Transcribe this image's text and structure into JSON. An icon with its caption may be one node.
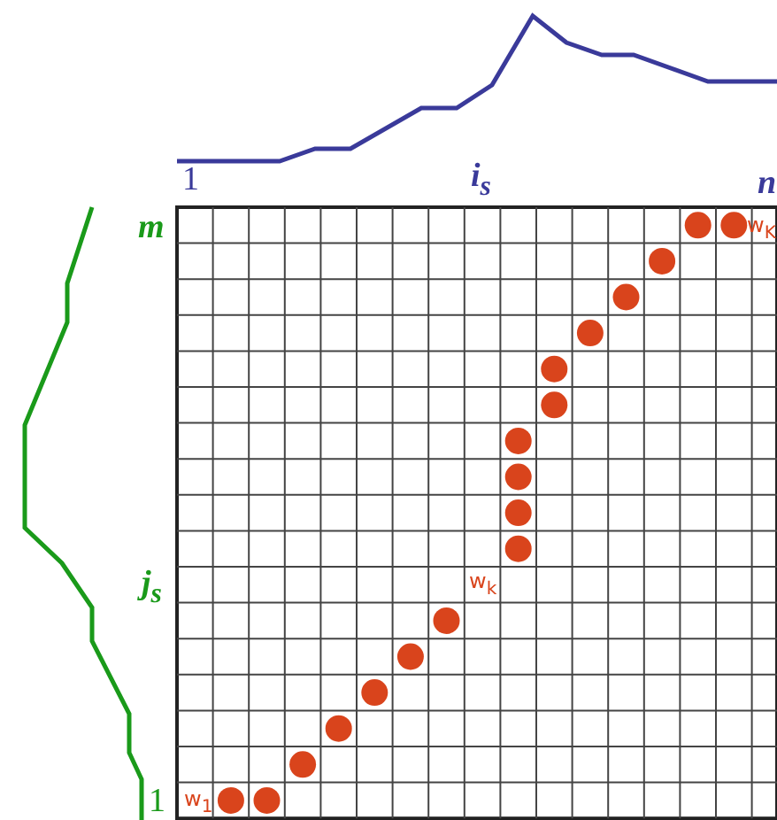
{
  "diagram": {
    "labels": [
      "1",
      "i$_{s}$",
      "n",
      "m",
      "j$_{s}$",
      "1",
      "w$_{1}$",
      "w$_{k}$",
      "w$_{K}$"
    ]
  }
}
